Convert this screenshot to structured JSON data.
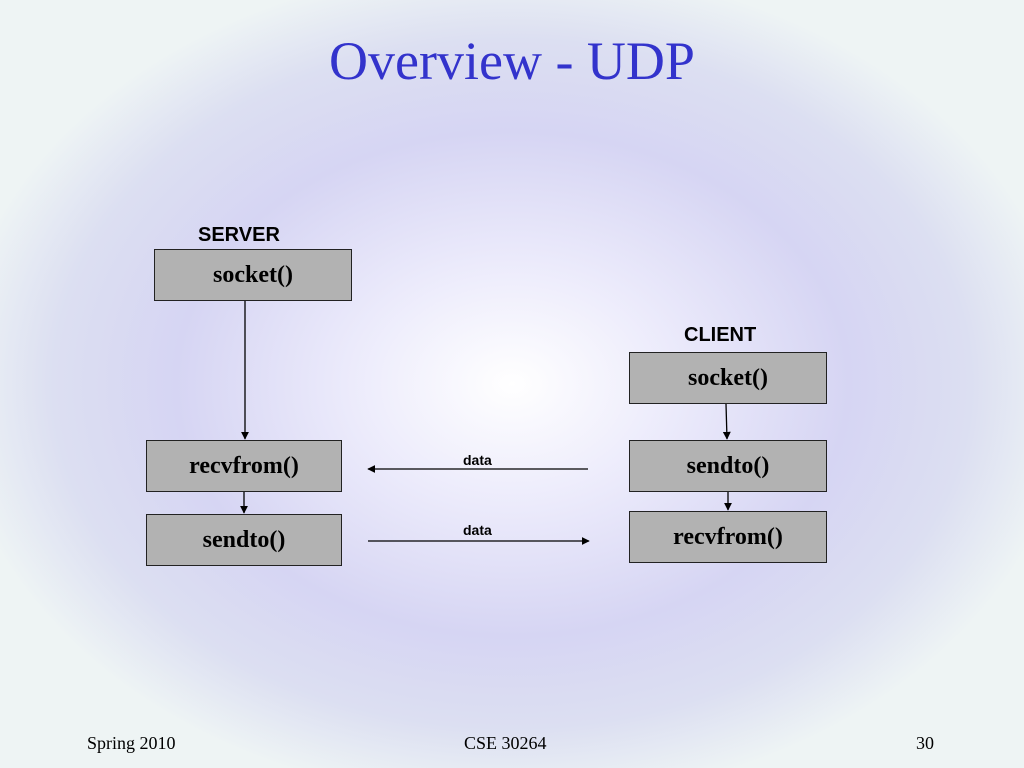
{
  "slide": {
    "title": "Overview - UDP"
  },
  "server": {
    "label": "SERVER",
    "socket": "socket()",
    "recvfrom": "recvfrom()",
    "sendto": "sendto()"
  },
  "client": {
    "label": "CLIENT",
    "socket": "socket()",
    "sendto": "sendto()",
    "recvfrom": "recvfrom()"
  },
  "messages": {
    "client_to_server": "data",
    "server_to_client": "data"
  },
  "footer": {
    "left": "Spring 2010",
    "center": "CSE 30264",
    "right": "30"
  },
  "colors": {
    "title": "#3333cc",
    "box_fill": "#b2b2b2",
    "box_border": "#222222"
  }
}
